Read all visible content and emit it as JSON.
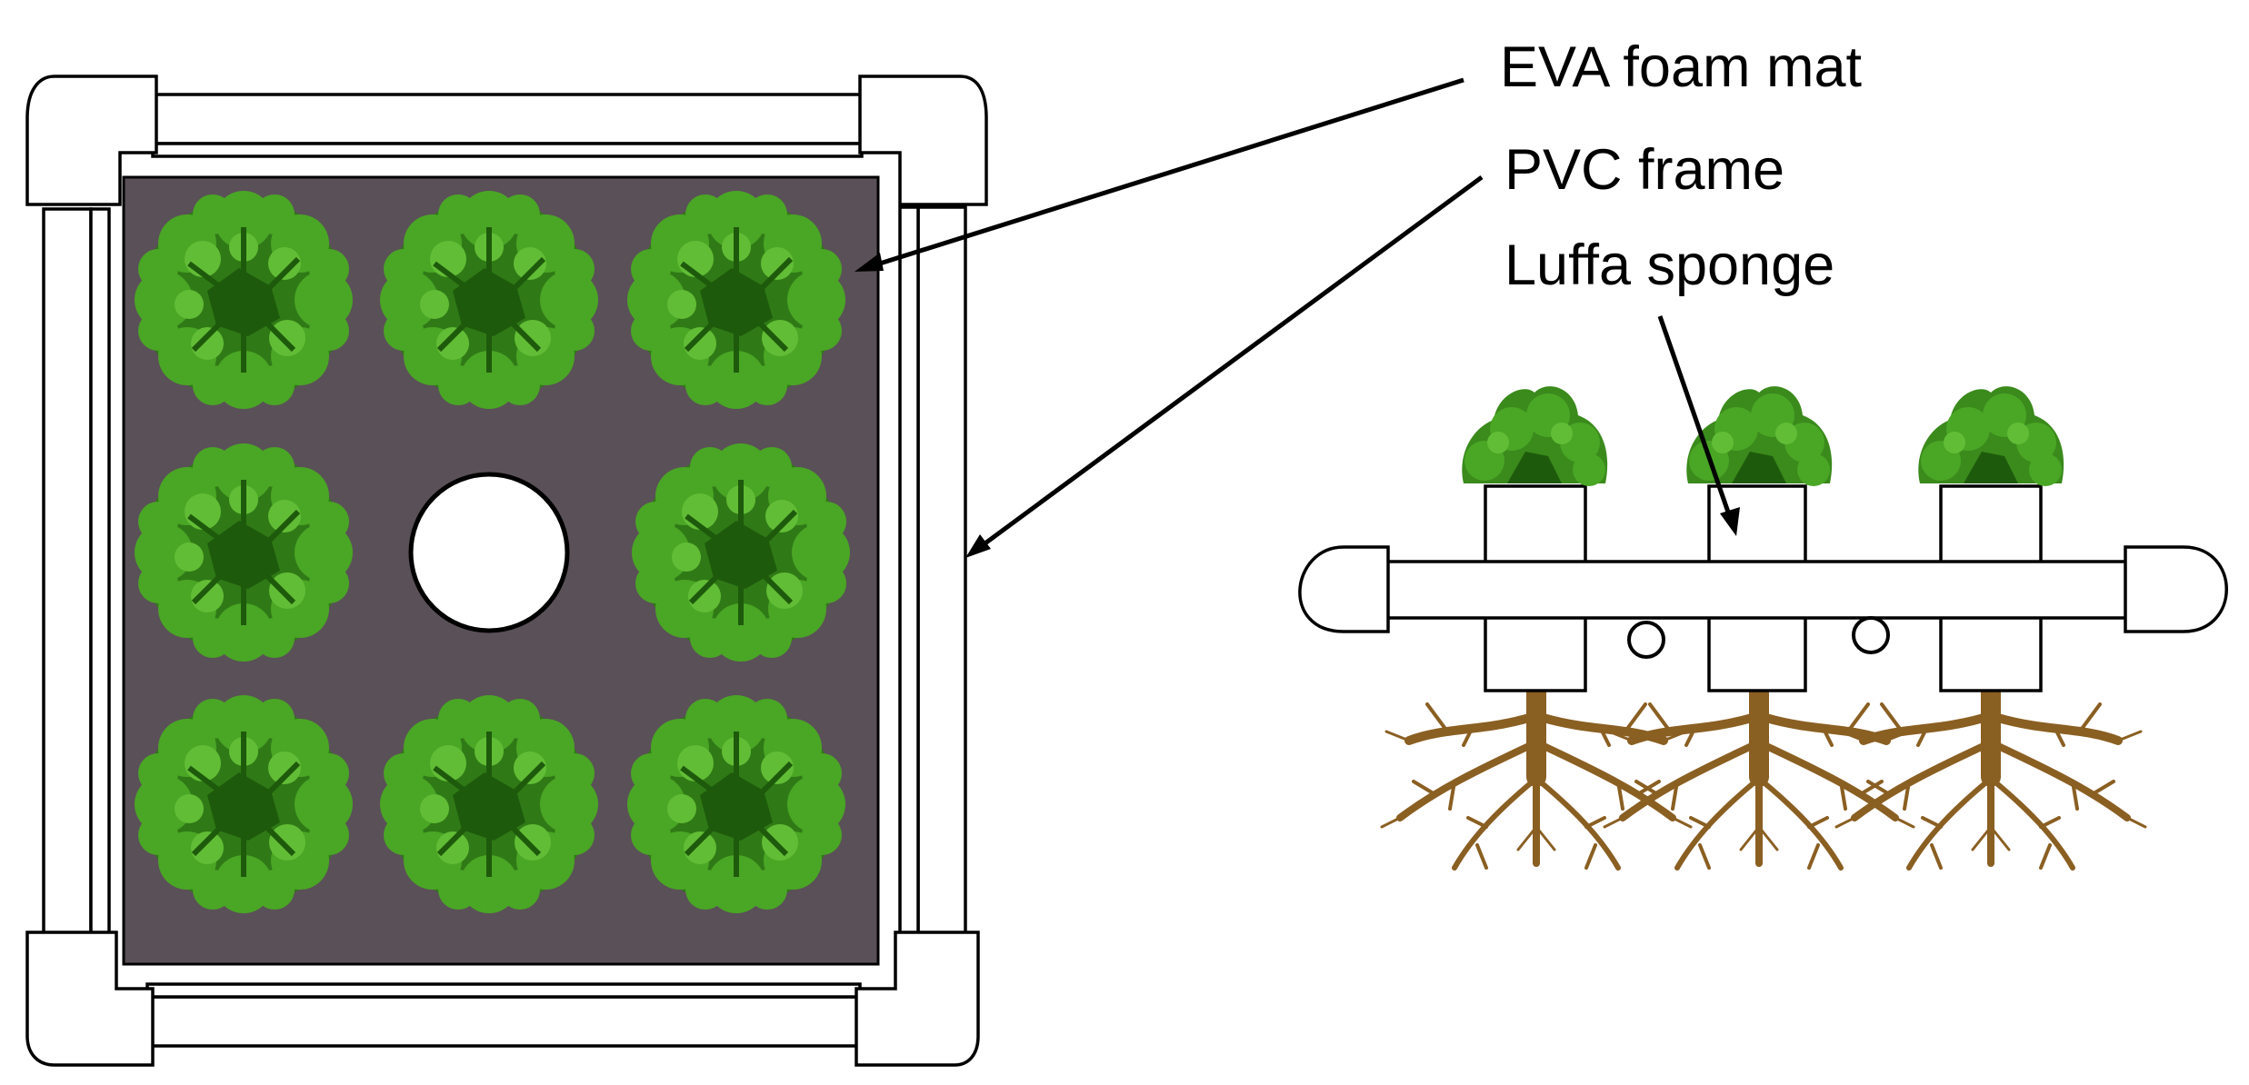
{
  "labels": {
    "eva_foam_mat": "EVA foam mat",
    "pvc_frame": "PVC frame",
    "luffa_sponge": "Luffa sponge"
  },
  "colors": {
    "mat": "#5a5057",
    "pipe_fill": "#ffffff",
    "outline": "#000000",
    "plant_dark": "#1e5a0c",
    "plant_mid": "#3a8a1c",
    "plant_light": "#5cb832",
    "root": "#8a5f22"
  },
  "icons": {
    "plant": "lettuce-plant-icon",
    "root": "root-system-icon"
  }
}
